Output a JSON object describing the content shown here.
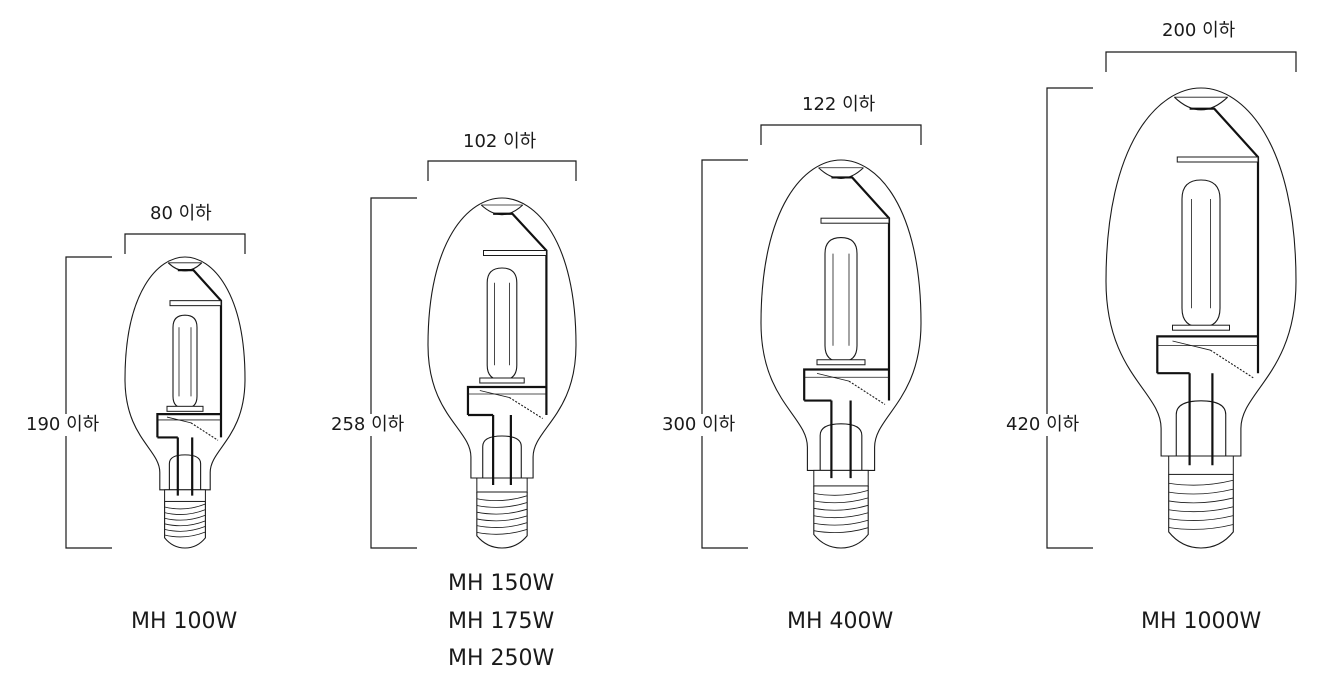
{
  "bulbs": [
    {
      "id": "mh100",
      "width_label": "80 이하",
      "height_label": "190 이하",
      "models": [
        "MH 100W"
      ]
    },
    {
      "id": "mh150",
      "width_label": "102 이하",
      "height_label": "258 이하",
      "models": [
        "MH 150W",
        "MH 175W",
        "MH 250W"
      ]
    },
    {
      "id": "mh400",
      "width_label": "122 이하",
      "height_label": "300 이하",
      "models": [
        "MH 400W"
      ]
    },
    {
      "id": "mh1000",
      "width_label": "200 이하",
      "height_label": "420 이하",
      "models": [
        "MH 1000W"
      ]
    }
  ]
}
